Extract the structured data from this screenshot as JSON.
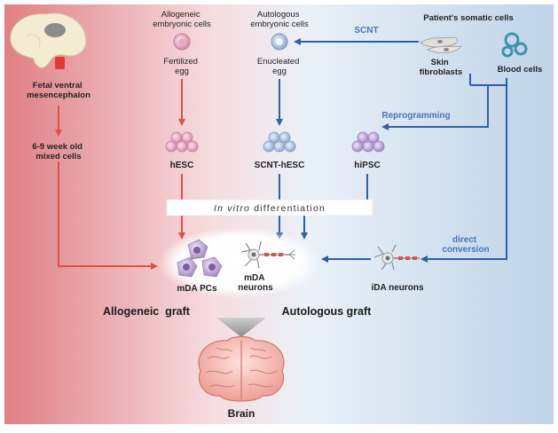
{
  "labels": {
    "allogeneic_embryonic": [
      "Allogeneic",
      "embryonic cells"
    ],
    "autologous_embryonic": [
      "Autologous",
      "embryonic cells"
    ],
    "patient_somatic": "Patient's somatic cells",
    "scnt": "SCNT",
    "skin_fibroblasts": [
      "Skin",
      "fibroblasts"
    ],
    "blood_cells": "Blood cells",
    "fertilized_egg": [
      "Fertilized",
      "egg"
    ],
    "enucleated_egg": [
      "Enucleated",
      "egg"
    ],
    "fetal_vm": [
      "Fetal ventral",
      "mesencephalon"
    ],
    "mixed_cells": [
      "6-9 week old",
      "mixed cells"
    ],
    "reprogramming": "Reprogramming",
    "hesc": "hESC",
    "scnt_hesc": "SCNT-hESC",
    "hipsc": "hiPSC",
    "in_vitro_italic": "In vitro",
    "in_vitro_rest": " differentiation",
    "direct_conversion": [
      "direct",
      "conversion"
    ],
    "mda_pcs": "mDA PCs",
    "mda_neurons": [
      "mDA",
      "neurons"
    ],
    "ida_neurons": "iDA neurons",
    "allogeneic_graft": "Allogeneic  graft",
    "autologous_graft": "Autologous graft",
    "brain": "Brain"
  },
  "colors": {
    "red_arrow": "#d9534a",
    "blue_arrow": "#2f5fa8",
    "blue_label": "#4a73b8",
    "bg_left": "#e07f85",
    "bg_right": "#c6d7ea"
  }
}
